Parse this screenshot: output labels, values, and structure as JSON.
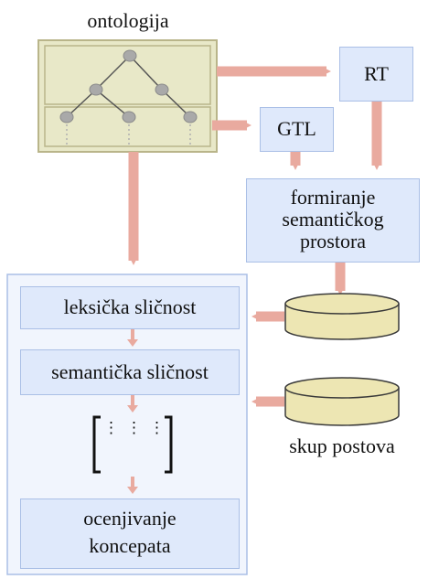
{
  "ontology": {
    "title": "ontologija"
  },
  "rt": {
    "label": "RT"
  },
  "gtl": {
    "label": "GTL"
  },
  "space": {
    "line1": "formiranje",
    "line2": "semantičkog",
    "line3": "prostora"
  },
  "posts": {
    "label": "skup postova"
  },
  "pipeline": {
    "lexical": "leksička sličnost",
    "semantic": "semantička sličnost",
    "matrix_dots": "⋮",
    "evaluation_line1": "ocenjivanje",
    "evaluation_line2": "koncepata"
  },
  "colors": {
    "arrow": "#e9aa9f",
    "box_fill": "#dfe9fb",
    "box_border": "#aabfe6",
    "ontology_fill": "#e8e8c8",
    "ontology_border": "#b9b58a",
    "db_fill": "#ede6b3",
    "node": "#a9a9a9"
  }
}
